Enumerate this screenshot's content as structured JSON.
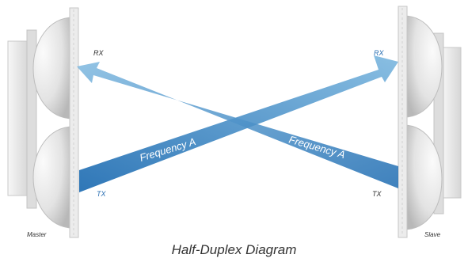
{
  "caption": "Half-Duplex Diagram",
  "labels": {
    "rx_left": "RX",
    "rx_right": "RX",
    "tx_left": "TX",
    "tx_right": "TX",
    "beam_left": "Frequency A",
    "beam_right": "Frequency A",
    "master": "Master",
    "slave": "Slave"
  },
  "colors": {
    "beam_light": "#7bb6de",
    "beam_dark": "#1c6ab0",
    "label_blue": "#2a6fb3",
    "dish": "#e8e8e8",
    "dish_shadow": "#b9b9b9",
    "panel": "#efefef",
    "text_dark": "#333333"
  }
}
